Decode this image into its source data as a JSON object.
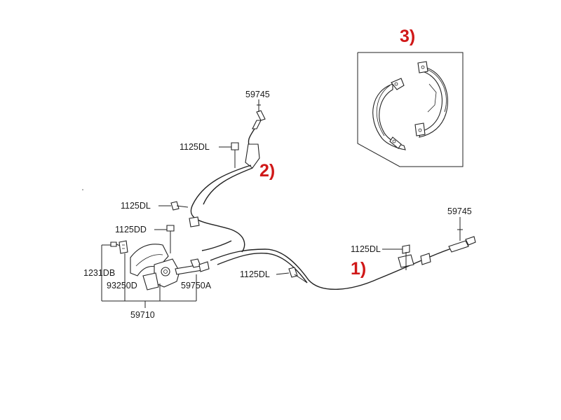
{
  "labels": {
    "p59745_upper": "59745",
    "p1125DL_a": "1125DL",
    "p1125DL_b": "1125DL",
    "p1125DD": "1125DD",
    "p1231DB": "1231DB",
    "p93250D": "93250D",
    "p59750A": "59750A",
    "p59710": "59710",
    "p1125DL_c": "1125DL",
    "p1125DL_d": "1125DL",
    "p59745_lower": "59745"
  },
  "callouts": {
    "c1": "1)",
    "c2": "2)",
    "c3": "3)"
  },
  "colors": {
    "callout": "#d01818",
    "line": "#222222",
    "text": "#1a1a1a"
  }
}
